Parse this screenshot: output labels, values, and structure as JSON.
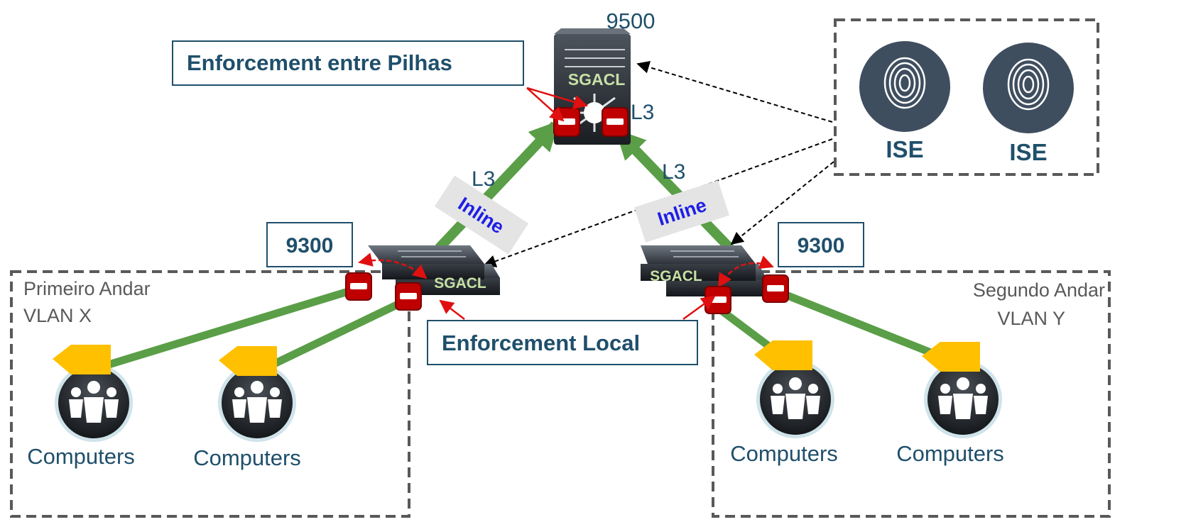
{
  "core_switch": {
    "model": "9500",
    "sgacl": "SGACL",
    "l3": "L3"
  },
  "callouts": {
    "stack_enforcement": "Enforcement entre Pilhas",
    "local_enforcement": "Enforcement Local"
  },
  "ise": {
    "node1": "ISE",
    "node2": "ISE"
  },
  "links": {
    "left_l3": "L3",
    "right_l3": "L3",
    "left_inline": "Inline",
    "right_inline": "Inline"
  },
  "left_stack": {
    "model": "9300",
    "sgacl": "SGACL",
    "area_line1": "Primeiro Andar",
    "area_line2": "VLAN X",
    "endpoints": [
      "Computers",
      "Computers"
    ]
  },
  "right_stack": {
    "model": "9300",
    "sgacl": "SGACL",
    "area_line1": "Segundo Andar",
    "area_line2": "VLAN Y",
    "endpoints": [
      "Computers",
      "Computers"
    ]
  },
  "colors": {
    "link_green": "#5a9e47",
    "label_blue": "#1f4f6b",
    "inline_blue": "#1e1ee6",
    "sgacl_green": "#c6e0a5",
    "enforce_red": "#c00000",
    "tag_yellow": "#ffc000",
    "ise_circle": "#3f4e5f"
  },
  "icons": [
    "switch-icon",
    "fingerprint-icon",
    "group-icon",
    "tag-icon",
    "enforcement-icon"
  ]
}
